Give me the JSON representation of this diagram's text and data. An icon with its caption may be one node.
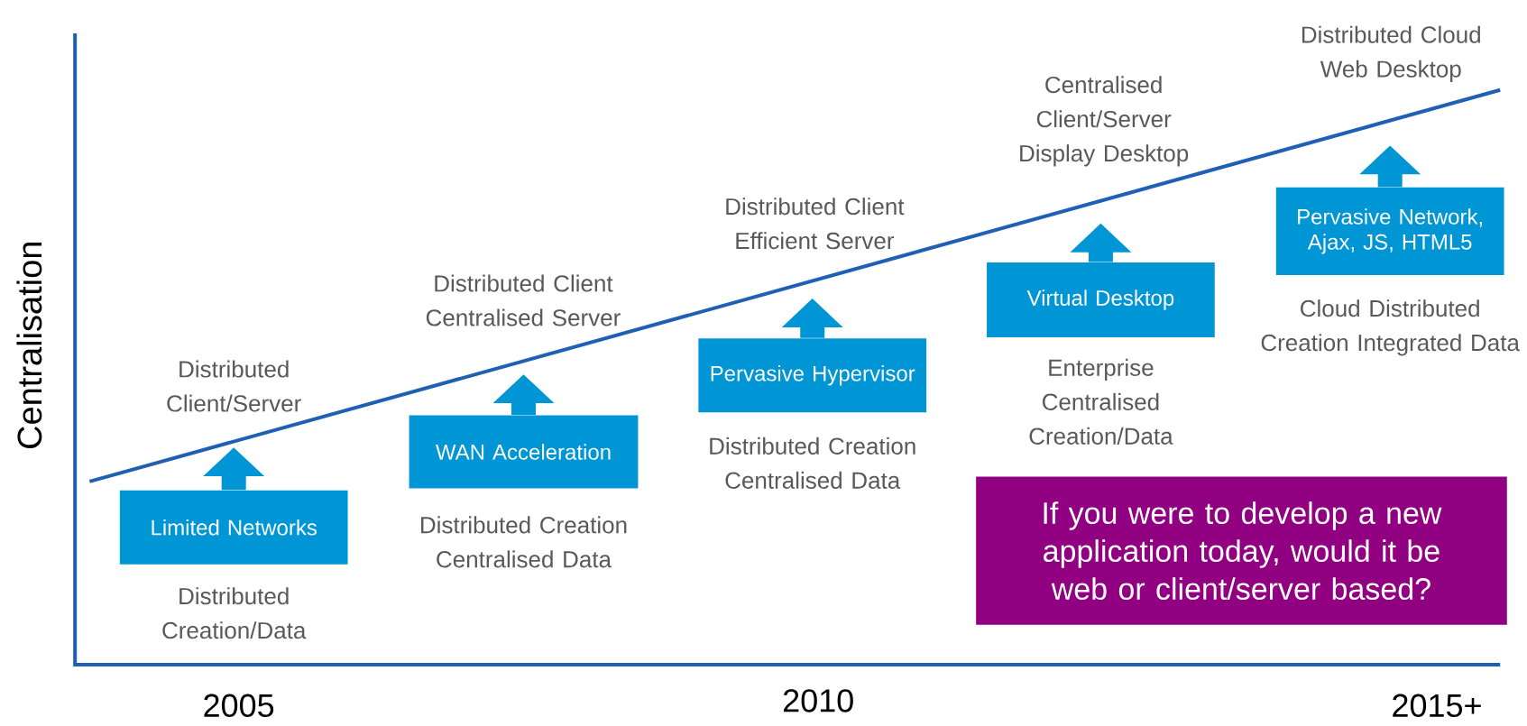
{
  "diagram": {
    "nodes": [
      {
        "text": [
          "Limited Networks"
        ],
        "beside": [
          "Distributed Creation/Data"
        ]
      },
      {
        "text": [
          "WAN Acceleration"
        ],
        "beside": [
          "Distributed Creation Centralised Data"
        ]
      },
      {
        "text": [
          "Pervasive Hypervisor"
        ],
        "beside": [
          "Distributed Creation Centralised Data"
        ]
      },
      {
        "text": [
          "Virtual Desktop"
        ],
        "beside": [
          "Enterprise Centralised Creation/Data"
        ]
      },
      {
        "text": [
          "Pervasive Network, Ajax, JS, HTML5"
        ],
        "beside": [
          "Cloud Distributed Creation Integrated Data"
        ]
      },
      {
        "text": [
          "If you were to develop a new application today, would it be web or client/server based?"
        ]
      }
    ],
    "edges": [
      {
        "from": 0,
        "to": null,
        "arrow": "to"
      },
      {
        "from": 1,
        "to": null,
        "arrow": "to"
      },
      {
        "from": 2,
        "to": null,
        "arrow": "to"
      },
      {
        "from": 3,
        "to": null,
        "arrow": "to"
      },
      {
        "from": 4,
        "to": null,
        "arrow": "to"
      }
    ],
    "labels": [
      "Distributed Cloud Web Desktop",
      "Centralised Client/Server Display Desktop",
      "Distributed Client Efficient Server",
      "Distributed Client Centralised Server",
      "Distributed Client/Server",
      "Centralisation",
      "2005",
      "2010",
      "2015+"
    ]
  }
}
